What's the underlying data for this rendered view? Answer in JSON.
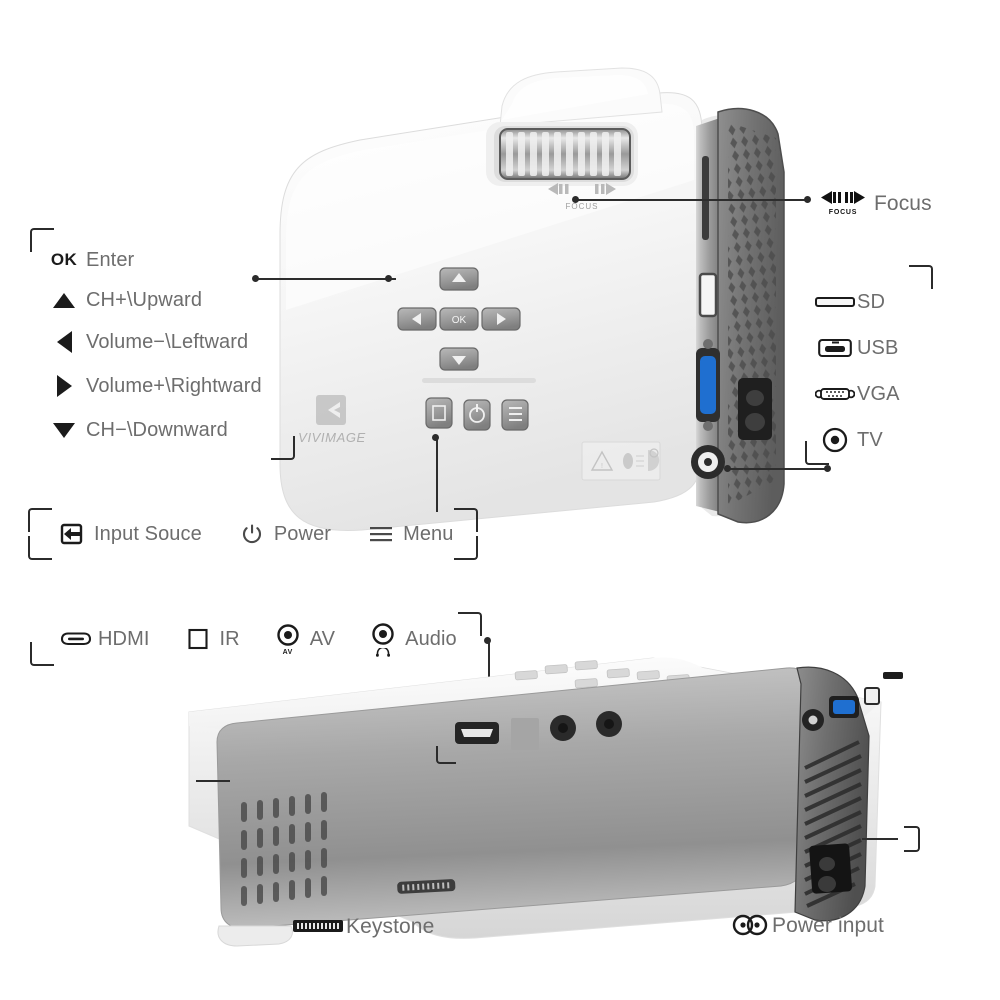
{
  "diagram": {
    "title": "Projector controls and ports callout diagram",
    "brand": "VIVIMAGE",
    "colors": {
      "label_text": "#6d6d6d",
      "icon_dark": "#1b1b1b",
      "leader_line": "#2d2d2d",
      "bracket": "#2b2b2b",
      "vga_blue": "#1f6fd0",
      "body_white": "#f4f4f4",
      "body_grey": "#8d8d8d",
      "vent_dark": "#3a3a3a"
    }
  },
  "keypad_group": {
    "items": [
      {
        "icon": "ok-icon",
        "icon_text": "OK",
        "label": "Enter"
      },
      {
        "icon": "triangle-up-icon",
        "icon_text": "",
        "label": "CH+\\Upward"
      },
      {
        "icon": "triangle-left-icon",
        "icon_text": "",
        "label": "Volume−\\Leftward"
      },
      {
        "icon": "triangle-right-icon",
        "icon_text": "",
        "label": "Volume+\\Rightward"
      },
      {
        "icon": "triangle-down-icon",
        "icon_text": "",
        "label": "CH−\\Downward"
      }
    ]
  },
  "function_group": {
    "items": [
      {
        "icon": "input-source-icon",
        "label": "Input Souce"
      },
      {
        "icon": "power-icon",
        "label": "Power"
      },
      {
        "icon": "menu-icon",
        "label": "Menu"
      }
    ]
  },
  "focus_callout": {
    "icon": "focus-arrows-icon",
    "icon_caption": "FOCUS",
    "label": "Focus"
  },
  "device_focus_marking": {
    "caption": "FOCUS"
  },
  "side_ports_group": {
    "items": [
      {
        "icon": "sd-card-icon",
        "label": "SD"
      },
      {
        "icon": "usb-icon",
        "label": "USB"
      },
      {
        "icon": "vga-icon",
        "label": "VGA"
      },
      {
        "icon": "tv-coax-icon",
        "label": "TV"
      }
    ]
  },
  "rear_ports_group": {
    "items": [
      {
        "icon": "hdmi-icon",
        "label": "HDMI"
      },
      {
        "icon": "ir-icon",
        "label": "IR"
      },
      {
        "icon": "av-icon",
        "icon_caption": "AV",
        "label": "AV"
      },
      {
        "icon": "audio-icon",
        "icon_caption": "headphone",
        "label": "Audio"
      }
    ]
  },
  "bottom_callouts": {
    "keystone": {
      "icon": "keystone-slider-icon",
      "label": "Keystone"
    },
    "power_input": {
      "icon": "power-input-icon",
      "label": "Power input"
    }
  },
  "warning_label": {
    "icons": [
      "warning-triangle-icon",
      "do-not-stare-into-beam-icon"
    ]
  }
}
